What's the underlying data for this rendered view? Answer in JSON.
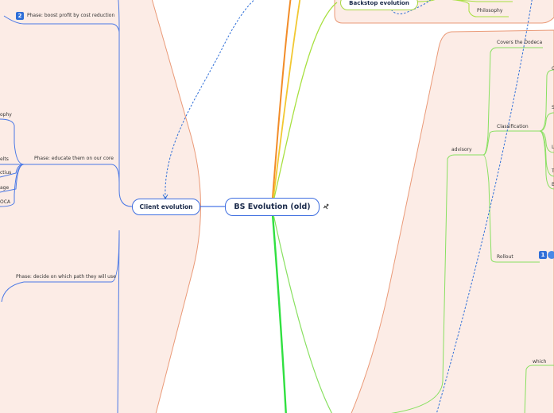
{
  "central_topic": "BS Evolution (old)",
  "collapse_icon": "branch-collapse-icon",
  "colors": {
    "client_region": "#fcece6",
    "region_border": "#ea9a78",
    "client_lines": "#4a78e6",
    "backstop_lines": "#a8e040",
    "advisory_lines": "#88e060",
    "orange_branch": "#f28c28",
    "yellow_branch": "#f2c832",
    "green_branch": "#30e040",
    "dashed_link": "#2f6fd8"
  },
  "client_evolution": {
    "title": "Client evolution",
    "phases": [
      {
        "badge": "2",
        "label": "Phase: boost profit by cost reduction"
      },
      {
        "badge": "",
        "label": "Phase: educate them on our core"
      },
      {
        "badge": "",
        "label": "Phase: decide on which path they will use"
      }
    ],
    "subitems": [
      "ophy",
      "elts",
      "ctius",
      "age",
      "OCA"
    ]
  },
  "backstop_evolution": {
    "title": "Backstop evolution",
    "items": [
      "Philosophy"
    ]
  },
  "advisory": {
    "title": "advisory",
    "items": [
      {
        "label": "Covers the Dodeca"
      },
      {
        "label": "Classification",
        "subitems": [
          "C",
          "S",
          "L",
          "T",
          "B"
        ]
      },
      {
        "label": "Rollout",
        "badge": "1"
      }
    ]
  },
  "lower_right": {
    "label": "which"
  }
}
